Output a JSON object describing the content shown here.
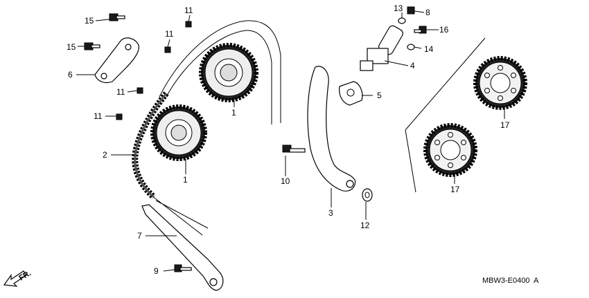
{
  "diagram": {
    "part_code": "MBW3-E0400",
    "part_code_suffix": "A",
    "direction_label": "FR.",
    "callouts": {
      "c1a": "1",
      "c1b": "1",
      "c2": "2",
      "c3": "3",
      "c4": "4",
      "c5": "5",
      "c6": "6",
      "c7": "7",
      "c8": "8",
      "c9": "9",
      "c10": "10",
      "c11a": "11",
      "c11b": "11",
      "c11c": "11",
      "c11d": "11",
      "c12": "12",
      "c13": "13",
      "c14": "14",
      "c15a": "15",
      "c15b": "15",
      "c16": "16",
      "c17a": "17",
      "c17b": "17"
    }
  }
}
